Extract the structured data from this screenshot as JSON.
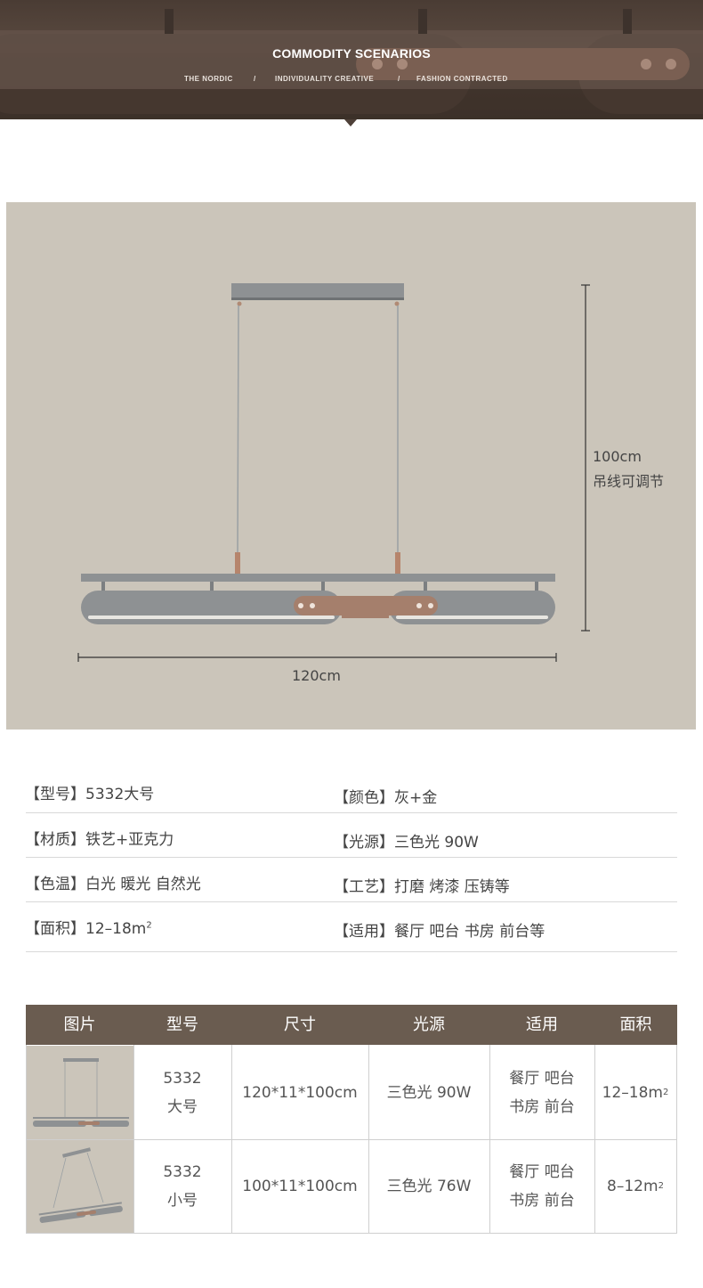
{
  "banner": {
    "title": "COMMODITY SCENARIOS",
    "tags": [
      "THE NORDIC",
      "/",
      "INDIVIDUALITY CREATIVE",
      "/",
      "FASHION CONTRACTED"
    ]
  },
  "product": {
    "height_value": "100cm",
    "height_note": "吊线可调节",
    "width_value": "120cm"
  },
  "specs": {
    "model": "【型号】5332大号",
    "color": "【颜色】灰+金",
    "material": "【材质】铁艺+亚克力",
    "light_source": "【光源】三色光  90W",
    "color_temp": "【色温】白光  暖光  自然光",
    "craft": "【工艺】打磨  烤漆  压铸等",
    "area_prefix": "【面积】12–18m",
    "area_sup": "2",
    "usage": "【适用】餐厅  吧台  书房  前台等"
  },
  "table": {
    "headers": [
      "图片",
      "型号",
      "尺寸",
      "光源",
      "适用",
      "面积"
    ],
    "rows": [
      {
        "model_line1": "5332",
        "model_line2": "大号",
        "size": "120*11*100cm",
        "light": "三色光  90W",
        "use_line1": "餐厅  吧台",
        "use_line2": "书房  前台",
        "area": "12–18m",
        "area_sup": "2"
      },
      {
        "model_line1": "5332",
        "model_line2": "小号",
        "size": "100*11*100cm",
        "light": "三色光  76W",
        "use_line1": "餐厅  吧台",
        "use_line2": "书房  前台",
        "area": "8–12m",
        "area_sup": "2"
      }
    ]
  },
  "colors": {
    "banner_brown": "#4e4038",
    "panel_beige": "#cbc5ba",
    "table_header": "#6a5c50",
    "lamp_gray": "#8e9193",
    "lamp_accent": "#a57f6c"
  }
}
